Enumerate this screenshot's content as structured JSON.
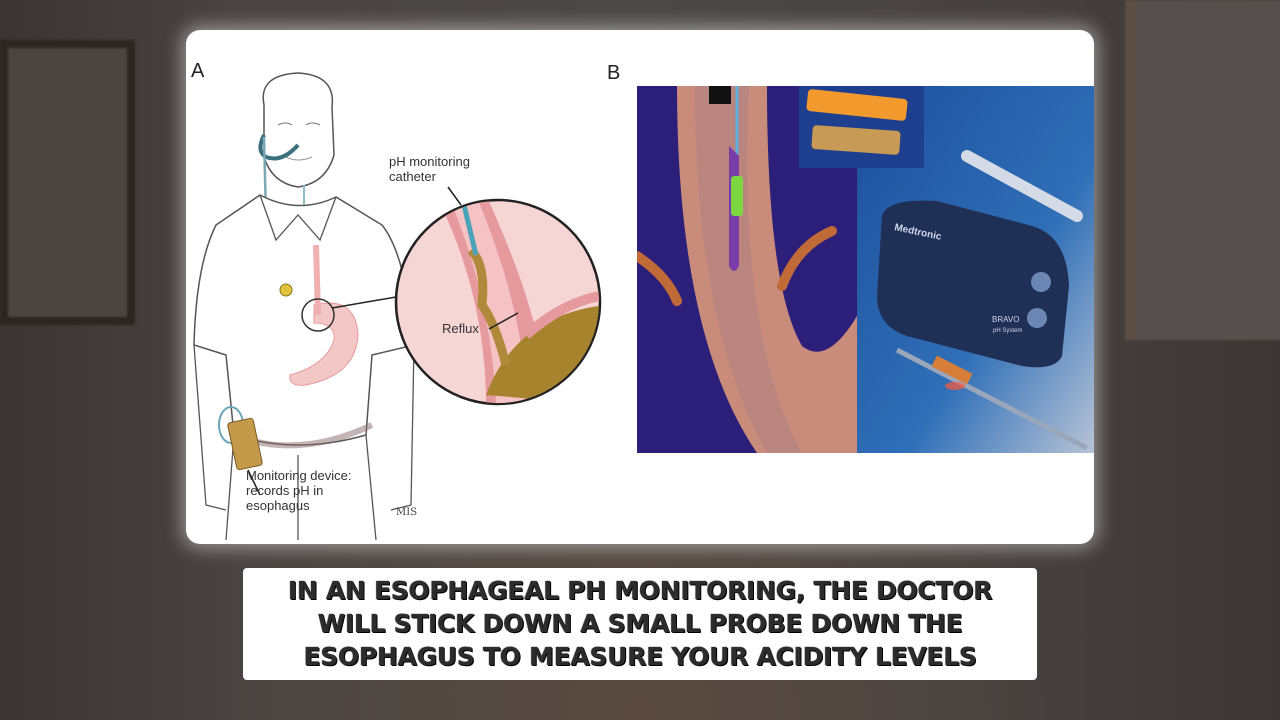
{
  "figure": {
    "panel_a": {
      "letter": "A",
      "labels": {
        "catheter_line1": "pH monitoring",
        "catheter_line2": "catheter",
        "reflux": "Reflux",
        "device_line1": "Monitoring device:",
        "device_line2": "records pH in",
        "device_line3": "esophagus"
      },
      "signature": "MIS"
    },
    "panel_b": {
      "letter": "B",
      "device_brand": "Medtronic",
      "device_name": "BRAVO",
      "device_subtitle": "pH System"
    }
  },
  "caption": {
    "lines": [
      "IN AN ESOPHAGEAL PH MONITORING, THE DOCTOR",
      "WILL STICK DOWN A SMALL PROBE DOWN THE",
      "ESOPHAGUS TO MEASURE YOUR ACIDITY LEVELS"
    ]
  },
  "colors": {
    "panel_b_bg": "#2b1f7a",
    "device_bg": "#1e5aa8",
    "tissue": "#c98b7a",
    "reflux": "#a8832e"
  }
}
